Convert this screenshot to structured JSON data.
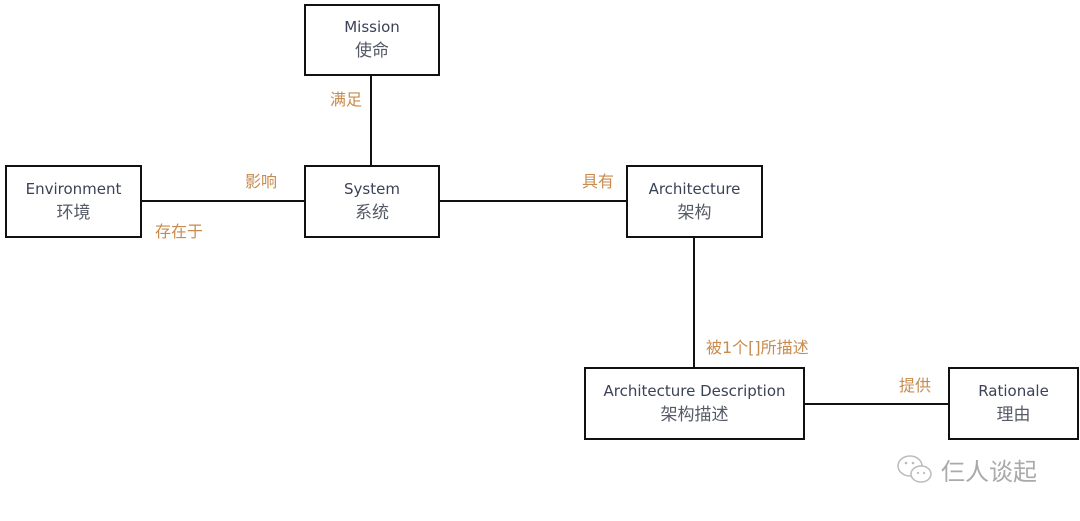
{
  "nodes": {
    "mission": {
      "en": "Mission",
      "zh": "使命"
    },
    "environment": {
      "en": "Environment",
      "zh": "环境"
    },
    "system": {
      "en": "System",
      "zh": "系统"
    },
    "architecture": {
      "en": "Architecture",
      "zh": "架构"
    },
    "architecture_description": {
      "en": "Architecture Description",
      "zh": "架构描述"
    },
    "rationale": {
      "en": "Rationale",
      "zh": "理由"
    }
  },
  "edges": {
    "fulfils": "满足",
    "influences": "影响",
    "inhabits": "存在于",
    "has": "具有",
    "described_by": "被1个[]所描述",
    "provides": "提供"
  },
  "watermark": "仨人谈起",
  "colors": {
    "label": "#c98a4e",
    "text": "#3b4257"
  }
}
